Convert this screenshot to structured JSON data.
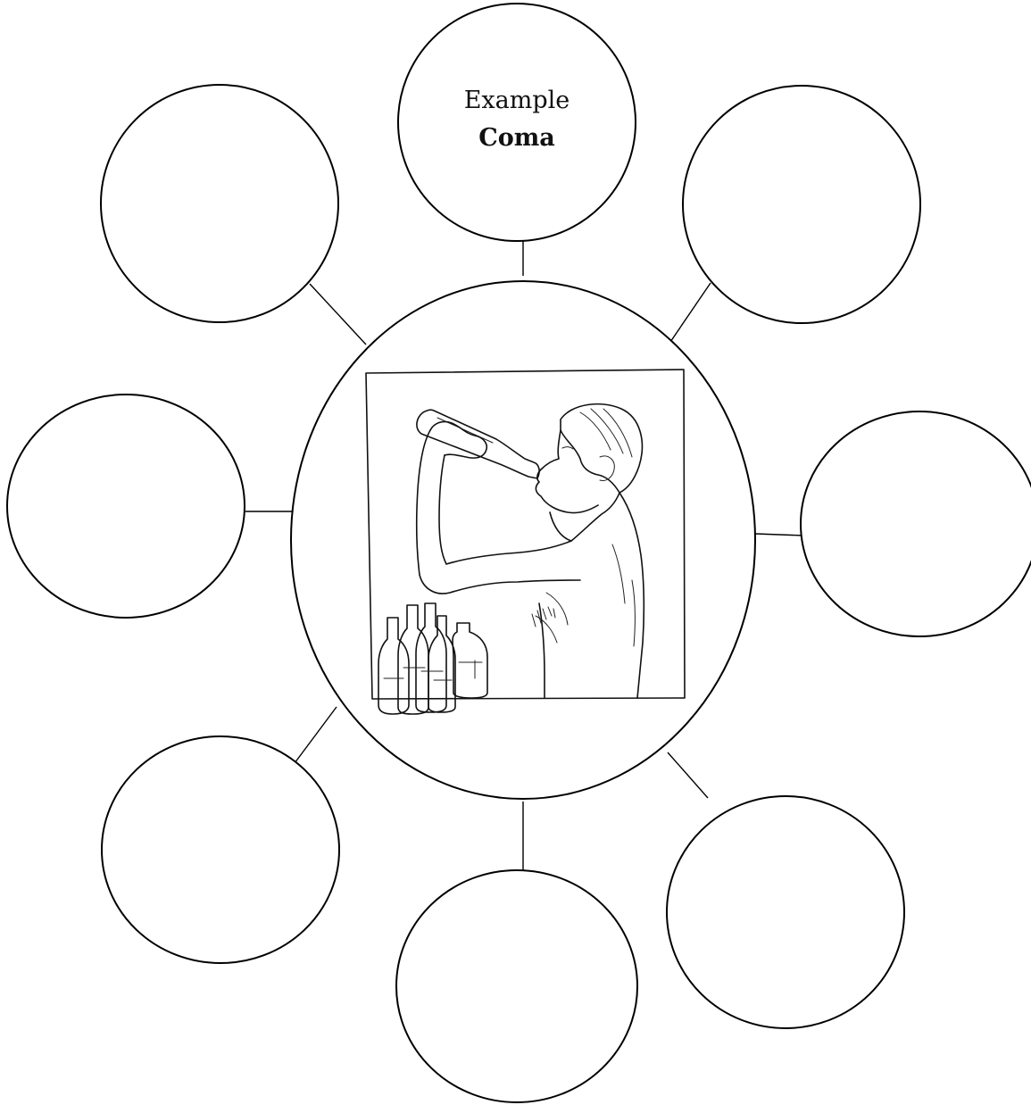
{
  "diagram": {
    "center": {
      "illustration": "person-drinking-from-bottle-with-bottles-illustration"
    },
    "example_bubble": {
      "heading": "Example",
      "word": "Coma"
    },
    "blank_bubbles": [
      {
        "id": "top-left",
        "text": ""
      },
      {
        "id": "top-right",
        "text": ""
      },
      {
        "id": "left",
        "text": ""
      },
      {
        "id": "right",
        "text": ""
      },
      {
        "id": "bottom-left",
        "text": ""
      },
      {
        "id": "bottom-center",
        "text": ""
      },
      {
        "id": "bottom-right",
        "text": ""
      }
    ]
  }
}
